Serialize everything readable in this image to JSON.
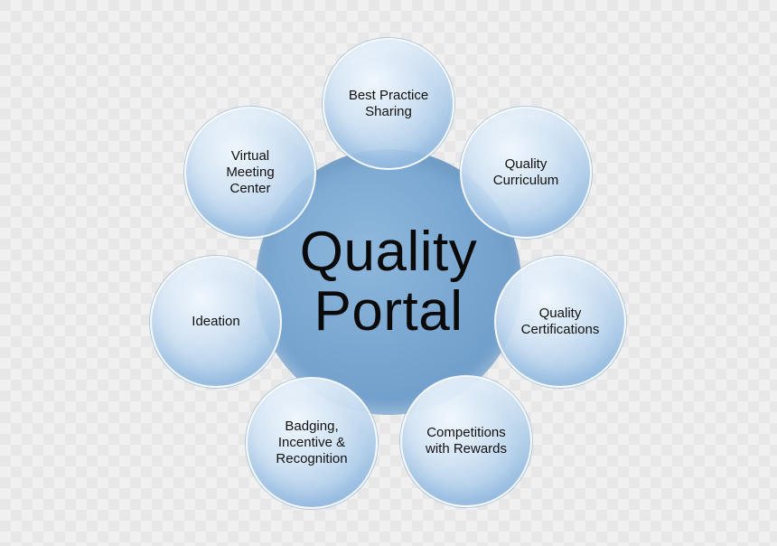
{
  "center": {
    "line1": "Quality",
    "line2": "Portal"
  },
  "satellites": [
    {
      "lines": [
        "Best Practice",
        "Sharing"
      ]
    },
    {
      "lines": [
        "Quality",
        "Curriculum"
      ]
    },
    {
      "lines": [
        "Quality",
        "Certifications"
      ]
    },
    {
      "lines": [
        "Competitions",
        "with Rewards"
      ]
    },
    {
      "lines": [
        "Badging,",
        "Incentive &",
        "Recognition"
      ]
    },
    {
      "lines": [
        "Ideation"
      ]
    },
    {
      "lines": [
        "Virtual",
        "Meeting",
        "Center"
      ]
    }
  ]
}
